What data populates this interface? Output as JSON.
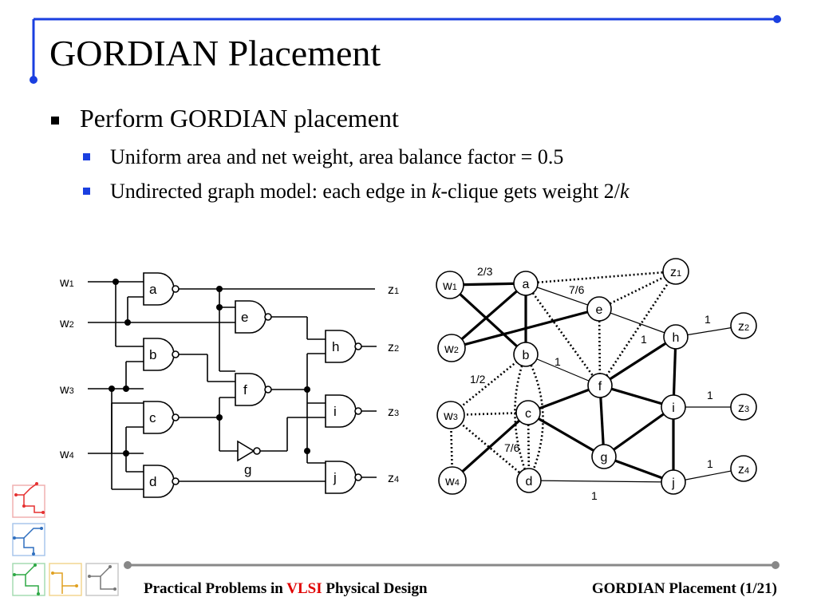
{
  "slide": {
    "title": "GORDIAN Placement",
    "bullet": "Perform GORDIAN placement",
    "sub_bullets": [
      {
        "pre": "Uniform area and net weight, area balance factor = 0.5",
        "k": "",
        "post": "",
        "k2": ""
      },
      {
        "pre": "Undirected graph model: each edge in ",
        "k": "k",
        "post": "-clique gets weight 2/",
        "k2": "k"
      }
    ]
  },
  "circuit": {
    "inputs": [
      "w",
      "w",
      "w",
      "w"
    ],
    "input_subs": [
      "1",
      "2",
      "3",
      "4"
    ],
    "outputs": [
      "z",
      "z",
      "z",
      "z"
    ],
    "output_subs": [
      "1",
      "2",
      "3",
      "4"
    ],
    "gates": [
      "a",
      "b",
      "c",
      "d",
      "e",
      "f",
      "g",
      "h",
      "i",
      "j"
    ]
  },
  "graph": {
    "nodes": [
      "w1",
      "w2",
      "w3",
      "w4",
      "a",
      "b",
      "c",
      "d",
      "e",
      "f",
      "g",
      "h",
      "i",
      "j",
      "z1",
      "z2",
      "z3",
      "z4"
    ],
    "edge_labels": [
      "2/3",
      "7/6",
      "1",
      "1",
      "1",
      "1/2",
      "1",
      "7/6",
      "1",
      "1"
    ]
  },
  "footer": {
    "left_pre": "Practical Problems in ",
    "left_red": "VLSI",
    "left_post": " Physical Design",
    "right": "GORDIAN Placement (1/21)"
  },
  "colors": {
    "accent_blue": "#1a3fe0",
    "rule_gray": "#888888",
    "vlsi_red": "#e00000"
  }
}
